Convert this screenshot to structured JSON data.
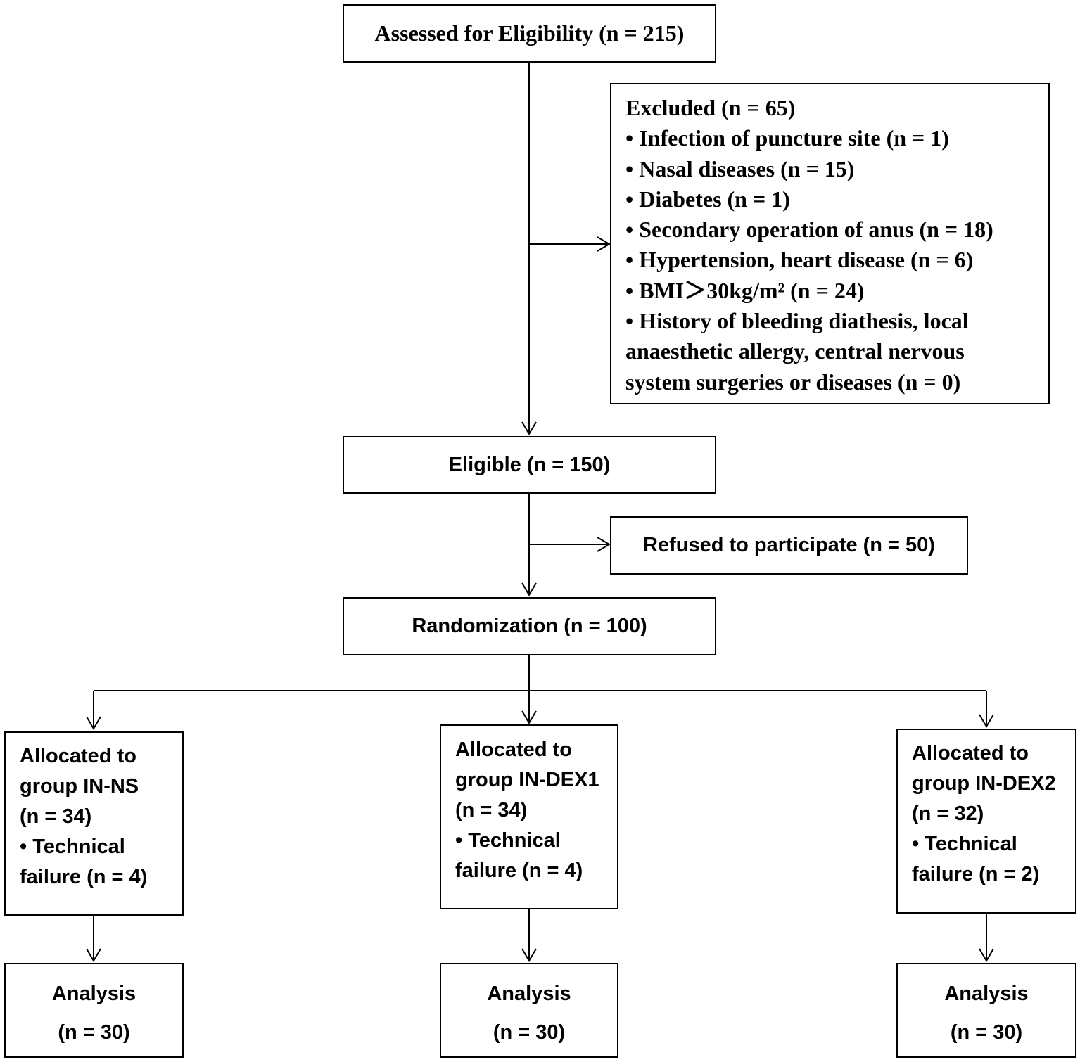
{
  "assessed": "Assessed for Eligibility (n = 215)",
  "excluded": {
    "title": "Excluded (n = 65)",
    "items": [
      "Infection of puncture site (n = 1)",
      "Nasal diseases (n = 15)",
      "Diabetes (n = 1)",
      "Secondary operation of anus (n = 18)",
      "Hypertension, heart disease (n = 6)",
      "BMI＞30kg/m² (n = 24)"
    ],
    "last_item_lines": [
      "History of bleeding diathesis, local",
      "anaesthetic allergy, central nervous",
      "system surgeries or diseases (n = 0)"
    ]
  },
  "eligible": "Eligible (n = 150)",
  "refused": "Refused to participate (n = 50)",
  "randomization": "Randomization (n = 100)",
  "groups": [
    {
      "line1": "Allocated to",
      "line2": "group IN-NS",
      "line3": "(n = 34)",
      "line4": "Technical",
      "line5": "failure (n = 4)",
      "analysis": "Analysis",
      "analysis_n": "(n = 30)"
    },
    {
      "line1": "Allocated to",
      "line2": "group IN-DEX1",
      "line3": "(n = 34)",
      "line4": "Technical",
      "line5": "failure (n = 4)",
      "analysis": "Analysis",
      "analysis_n": "(n = 30)"
    },
    {
      "line1": "Allocated to",
      "line2": "group IN-DEX2",
      "line3": "(n = 32)",
      "line4": "Technical",
      "line5": "failure (n = 2)",
      "analysis": "Analysis",
      "analysis_n": "(n = 30)"
    }
  ]
}
